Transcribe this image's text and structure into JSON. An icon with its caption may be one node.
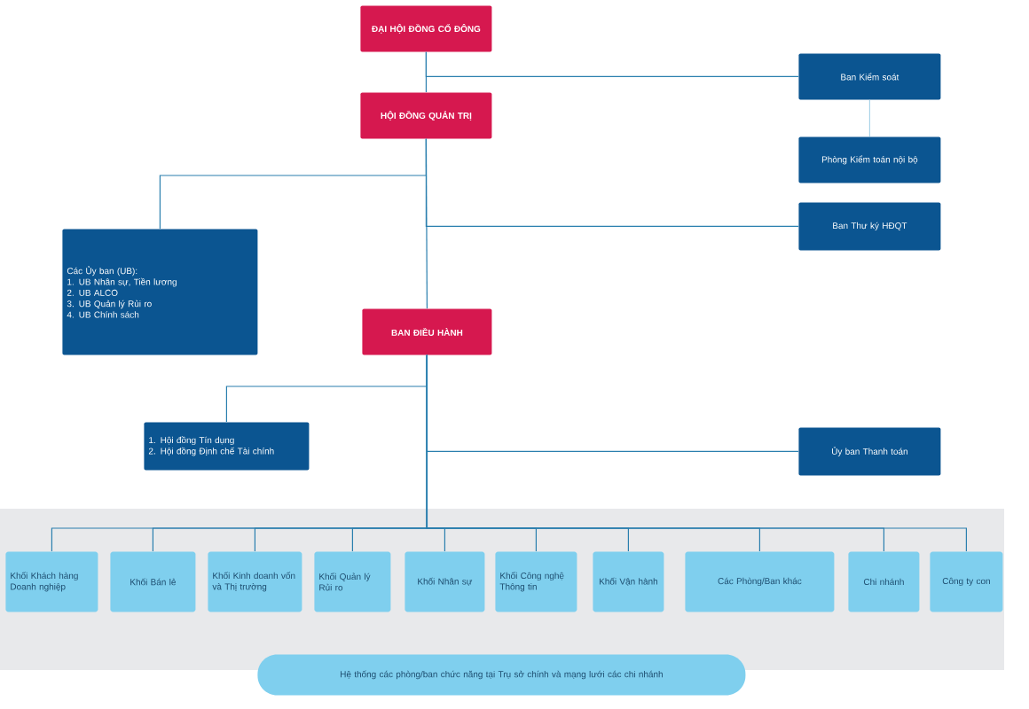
{
  "diagram": {
    "nodes": [
      {
        "text": [
          "ĐẠI HỘI ĐỒNG CỔ ĐÔNG"
        ]
      },
      {
        "text": [
          "Ban Kiểm soát"
        ]
      },
      {
        "text": [
          "HỘI ĐỒNG QUẢN TRỊ"
        ]
      },
      {
        "text": [
          "Phòng Kiểm toán nội bộ"
        ]
      },
      {
        "text": [
          "Ban Thư ký HĐQT"
        ]
      },
      {
        "text": [
          "Các Ủy ban (UB):",
          "1. UB Nhân sự, Tiền lương",
          "2. UB ALCO",
          "3. UB Quản lý Rủi ro",
          "4. UB Chính sách"
        ]
      },
      {
        "text": [
          "BAN ĐIỀU HÀNH"
        ]
      },
      {
        "text": [
          "1. Hội đồng Tín dụng",
          "2. Hội đồng Định chế Tài chính"
        ]
      },
      {
        "text": [
          "Ủy ban Thanh toán"
        ]
      },
      {
        "text": [
          "Khối Khách hàng Doanh nghiệp"
        ]
      },
      {
        "text": [
          "Khối Bán lẻ"
        ]
      },
      {
        "text": [
          "Khối Kinh doanh vốn và Thị trường"
        ]
      },
      {
        "text": [
          "Khối Quản lý Rủi ro"
        ]
      },
      {
        "text": [
          "Khối Nhân sự"
        ]
      },
      {
        "text": [
          "Khối Công nghệ Thông tin"
        ]
      },
      {
        "text": [
          "Khối Vận hành"
        ]
      },
      {
        "text": [
          "Các Phòng/Ban khác"
        ]
      },
      {
        "text": [
          "Chi nhánh"
        ]
      },
      {
        "text": [
          "Công ty con"
        ]
      },
      {
        "text": [
          "Hệ thống các phòng/ban chức năng tại Trụ sở chính và mạng lưới các chi nhánh"
        ]
      }
    ],
    "edges": [
      {
        "from": 0,
        "to": 2,
        "arrow": "none"
      },
      {
        "from": 0,
        "to": 1,
        "arrow": "none"
      },
      {
        "from": 1,
        "to": 3,
        "arrow": "none",
        "color": "#a9d3e8"
      },
      {
        "from": 2,
        "to": 5,
        "arrow": "none"
      },
      {
        "from": 2,
        "to": 4,
        "arrow": "none"
      },
      {
        "from": 2,
        "to": 6,
        "arrow": "none"
      },
      {
        "from": 6,
        "to": 7,
        "arrow": "none"
      },
      {
        "from": 6,
        "to": 8,
        "arrow": "none"
      },
      {
        "from": 6,
        "to": 9,
        "arrow": "none"
      },
      {
        "from": 6,
        "to": 10,
        "arrow": "none"
      },
      {
        "from": 6,
        "to": 11,
        "arrow": "none"
      },
      {
        "from": 6,
        "to": 12,
        "arrow": "none"
      },
      {
        "from": 6,
        "to": 13,
        "arrow": "none"
      },
      {
        "from": 6,
        "to": 14,
        "arrow": "none"
      },
      {
        "from": 6,
        "to": 15,
        "arrow": "none"
      },
      {
        "from": 6,
        "to": 16,
        "arrow": "none"
      },
      {
        "from": 6,
        "to": 17,
        "arrow": "none"
      },
      {
        "from": 6,
        "to": 18,
        "arrow": "none"
      }
    ]
  }
}
